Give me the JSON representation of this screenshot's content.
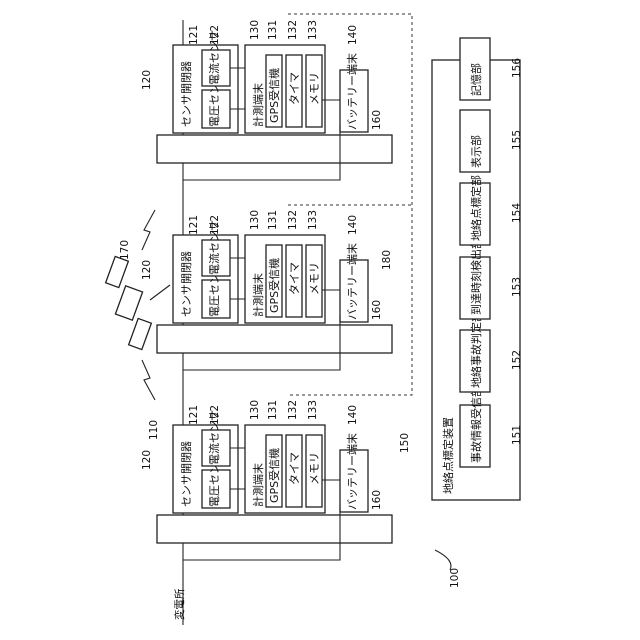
{
  "figure": {
    "system_number": "100",
    "substation_label": "変電所",
    "distribution_line_number": "110",
    "satellite_number": "170",
    "group_number": "180",
    "units": [
      {
        "sensor_switch": {
          "number": "120",
          "label": "センサ開閉器"
        },
        "voltage_sensor": {
          "number": "121",
          "label": "電圧センサ"
        },
        "current_sensor": {
          "number": "122",
          "label": "電流センサ"
        },
        "measurement_terminal": {
          "number": "130",
          "label": "計測端末"
        },
        "gps_receiver": {
          "number": "131",
          "label": "GPS受信機"
        },
        "timer": {
          "number": "132",
          "label": "タイマ"
        },
        "memory": {
          "number": "133",
          "label": "メモリ"
        },
        "battery_terminal": {
          "number": "140",
          "label": "バッテリー端末"
        },
        "pole": {
          "number": "160"
        }
      },
      {
        "sensor_switch": {
          "number": "120",
          "label": "センサ開閉器"
        },
        "voltage_sensor": {
          "number": "121",
          "label": "電圧センサ"
        },
        "current_sensor": {
          "number": "122",
          "label": "電流センサ"
        },
        "measurement_terminal": {
          "number": "130",
          "label": "計測端末"
        },
        "gps_receiver": {
          "number": "131",
          "label": "GPS受信機"
        },
        "timer": {
          "number": "132",
          "label": "タイマ"
        },
        "memory": {
          "number": "133",
          "label": "メモリ"
        },
        "battery_terminal": {
          "number": "140",
          "label": "バッテリー端末"
        },
        "pole": {
          "number": "160"
        }
      },
      {
        "sensor_switch": {
          "number": "120",
          "label": "センサ開閉器"
        },
        "voltage_sensor": {
          "number": "121",
          "label": "電圧センサ"
        },
        "current_sensor": {
          "number": "122",
          "label": "電流センサ"
        },
        "measurement_terminal": {
          "number": "130",
          "label": "計測端末"
        },
        "gps_receiver": {
          "number": "131",
          "label": "GPS受信機"
        },
        "timer": {
          "number": "132",
          "label": "タイマ"
        },
        "memory": {
          "number": "133",
          "label": "メモリ"
        },
        "battery_terminal": {
          "number": "140",
          "label": "バッテリー端末"
        },
        "pole": {
          "number": "160"
        }
      }
    ],
    "locator": {
      "number": "150",
      "label": "地絡点標定装置",
      "modules": [
        {
          "number": "151",
          "label": "事故情報受信部"
        },
        {
          "number": "152",
          "label": "地絡事故判定部"
        },
        {
          "number": "153",
          "label": "到達時刻検出部"
        },
        {
          "number": "154",
          "label": "地絡点標定部"
        },
        {
          "number": "155",
          "label": "表示部"
        },
        {
          "number": "156",
          "label": "記憶部"
        }
      ]
    }
  }
}
